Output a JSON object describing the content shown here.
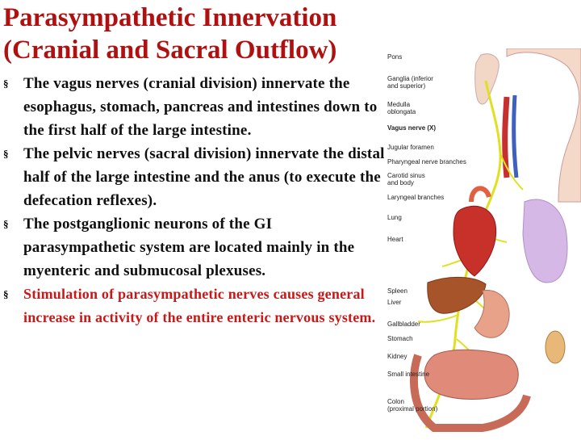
{
  "title": "Parasympathetic Innervation (Cranial and Sacral Outflow)",
  "bullets": [
    {
      "text": "The vagus nerves (cranial division) innervate the esophagus, stomach, pancreas and intestines down to the first half of the large intestine.",
      "marker": "§"
    },
    {
      "text": "The pelvic nerves (sacral division) innervate the distal half of the large intestine and the anus (to execute the defecation reflexes).",
      "marker": "§"
    },
    {
      "text": "The postganglionic neurons of the GI parasympathetic system are located mainly in the myenteric and submucosal plexuses.",
      "marker": "§"
    },
    {
      "text": "Stimulation of parasympathetic nerves causes general increase in activity of the entire enteric nervous system.",
      "marker": "§"
    }
  ],
  "figure": {
    "labels": {
      "pons": "Pons",
      "ganglia": "Ganglia (inferior\nand superior)",
      "medulla": "Medulla\noblongata",
      "vagus": "Vagus nerve (X)",
      "jugular": "Jugular foramen",
      "pharyngeal": "Pharyngeal nerve branches",
      "carotid": "Carotid sinus\nand body",
      "laryngeal": "Laryngeal branches",
      "lung": "Lung",
      "heart": "Heart",
      "spleen": "Spleen",
      "liver": "Liver",
      "gallbladder": "Gallbladder",
      "stomach": "Stomach",
      "kidney": "Kidney",
      "small_intestine": "Small intestine",
      "colon": "Colon\n(proximal portion)"
    },
    "colors": {
      "nerve": "#e0e020",
      "liver": "#a8542a",
      "lung": "#d6b8e6",
      "heart": "#c8302a",
      "intestine": "#e08a7a",
      "title": "#b01010",
      "bullet_red": "#c81818"
    }
  }
}
